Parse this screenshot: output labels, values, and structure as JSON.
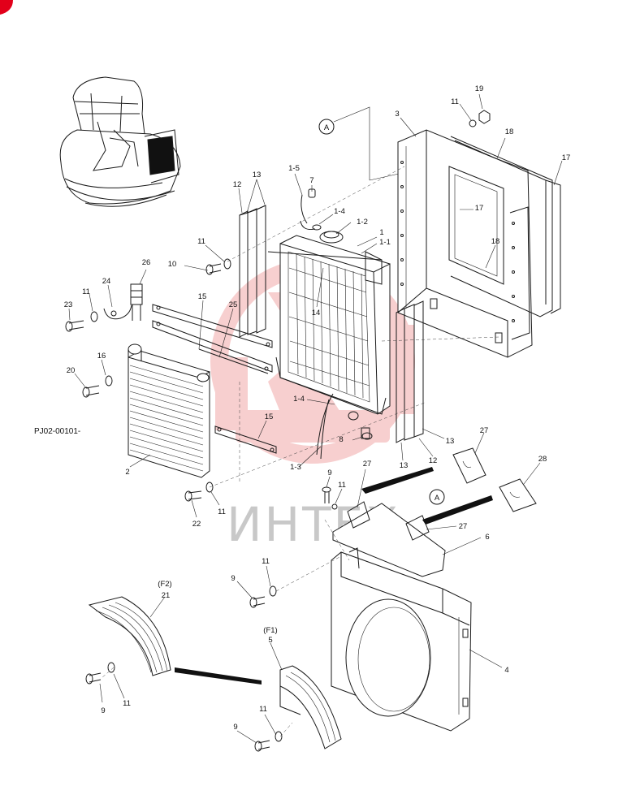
{
  "diagram": {
    "code_label": "PJ02-00101-",
    "watermark_text": "ИНТЕХ",
    "view_markers": [
      "A",
      "A"
    ],
    "fan_guard_labels": [
      "(F2)",
      "(F1)"
    ],
    "callouts": [
      "19",
      "11",
      "3",
      "18",
      "17",
      "17",
      "18",
      "13",
      "12",
      "1-5",
      "7",
      "1-4",
      "1-2",
      "1",
      "1-1",
      "11",
      "10",
      "26",
      "24",
      "11",
      "23",
      "15",
      "25",
      "14",
      "16",
      "20",
      "1-4",
      "8",
      "1-3",
      "15",
      "2",
      "13",
      "12",
      "13",
      "27",
      "28",
      "9",
      "11",
      "27",
      "22",
      "11",
      "27",
      "6",
      "11",
      "9",
      "21",
      "5",
      "4",
      "9",
      "11",
      "11",
      "9"
    ]
  },
  "colors": {
    "line": "#1a1a1a",
    "watermark_red": "#f2a8a8",
    "watermark_grey": "#c8c8c8",
    "corner_mark": "#e2001a"
  }
}
